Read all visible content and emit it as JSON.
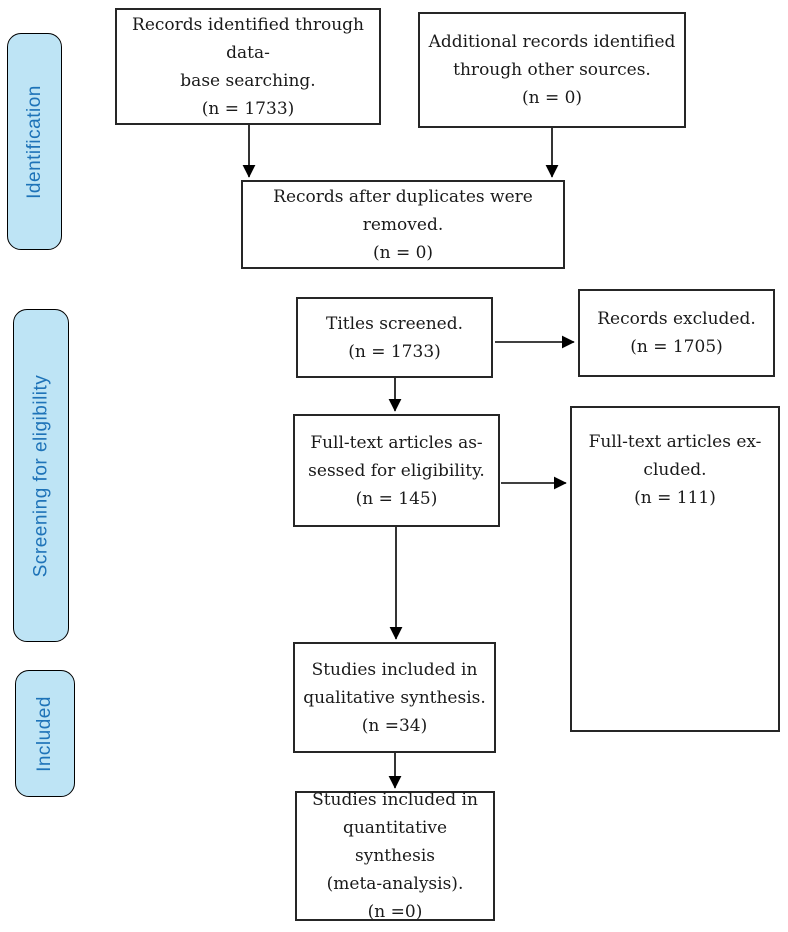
{
  "colors": {
    "stage_fill": "#bee4f5",
    "stage_text": "#1e73b8",
    "box_border": "#262626",
    "arrow": "#000000"
  },
  "stages": {
    "identification": {
      "label": "Identification"
    },
    "screening": {
      "label": "Screening for eligibility"
    },
    "included": {
      "label": "Included"
    }
  },
  "boxes": {
    "records_identified": {
      "lines": [
        "Records identified through data-",
        "base searching.",
        "(n = 1733)"
      ]
    },
    "additional_records": {
      "lines": [
        "Additional records identified",
        "through other sources.",
        "(n = 0)"
      ]
    },
    "duplicates_removed": {
      "lines": [
        "Records after duplicates were removed.",
        "(n = 0)"
      ]
    },
    "titles_screened": {
      "lines": [
        "Titles screened.",
        "(n = 1733)"
      ]
    },
    "records_excluded": {
      "lines": [
        "Records excluded.",
        "(n = 1705)"
      ]
    },
    "fulltext_assessed": {
      "lines": [
        "Full-text articles as-",
        "sessed for eligibility.",
        "(n = 145)"
      ]
    },
    "fulltext_excluded": {
      "lines": [
        "Full-text articles ex-",
        "cluded.",
        "(n = 111)"
      ]
    },
    "qualitative_synthesis": {
      "lines": [
        "Studies included in",
        "qualitative synthesis.",
        "(n =34)"
      ]
    },
    "quantitative_synthesis": {
      "lines": [
        "Studies included in",
        "quantitative synthesis",
        "(meta-analysis).",
        "(n =0)"
      ]
    }
  },
  "connections": [
    {
      "from": "records_identified",
      "to": "duplicates_removed"
    },
    {
      "from": "additional_records",
      "to": "duplicates_removed"
    },
    {
      "from": "titles_screened",
      "to": "records_excluded"
    },
    {
      "from": "titles_screened",
      "to": "fulltext_assessed"
    },
    {
      "from": "fulltext_assessed",
      "to": "fulltext_excluded"
    },
    {
      "from": "fulltext_assessed",
      "to": "qualitative_synthesis"
    },
    {
      "from": "qualitative_synthesis",
      "to": "quantitative_synthesis"
    }
  ]
}
